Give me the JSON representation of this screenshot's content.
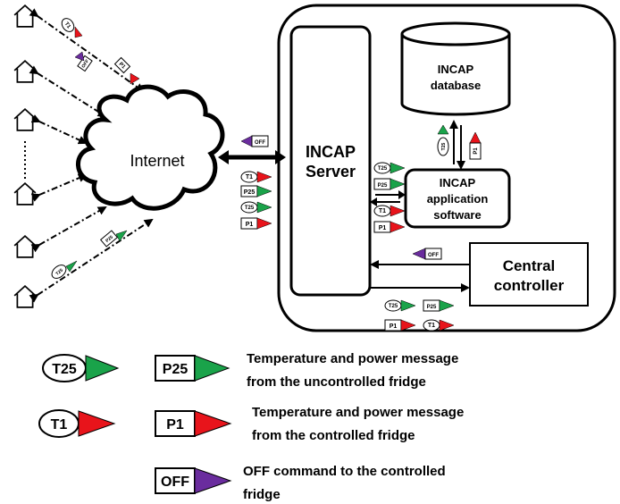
{
  "cloud": {
    "label": "Internet"
  },
  "server": {
    "label_line1": "INCAP",
    "label_line2": "Server"
  },
  "database": {
    "label_line1": "INCAP",
    "label_line2": "database"
  },
  "app_software": {
    "label_line1": "INCAP",
    "label_line2": "application",
    "label_line3": "software"
  },
  "controller": {
    "label_line1": "Central",
    "label_line2": "controller"
  },
  "tags": {
    "t1": "T1",
    "off": "OFF",
    "p1": "P1",
    "p25": "P25",
    "t25": "T25"
  },
  "legend": {
    "uncontrolled_line1": "Temperature  and power message",
    "uncontrolled_line2": "from the uncontrolled fridge",
    "controlled_line1": "Temperature  and power message",
    "controlled_line2": "from the controlled fridge",
    "off_line1": "OFF command to the controlled",
    "off_line2": "fridge"
  },
  "colors": {
    "green": "#1aa34a",
    "red": "#e8141b",
    "purple": "#6a2c9e"
  }
}
